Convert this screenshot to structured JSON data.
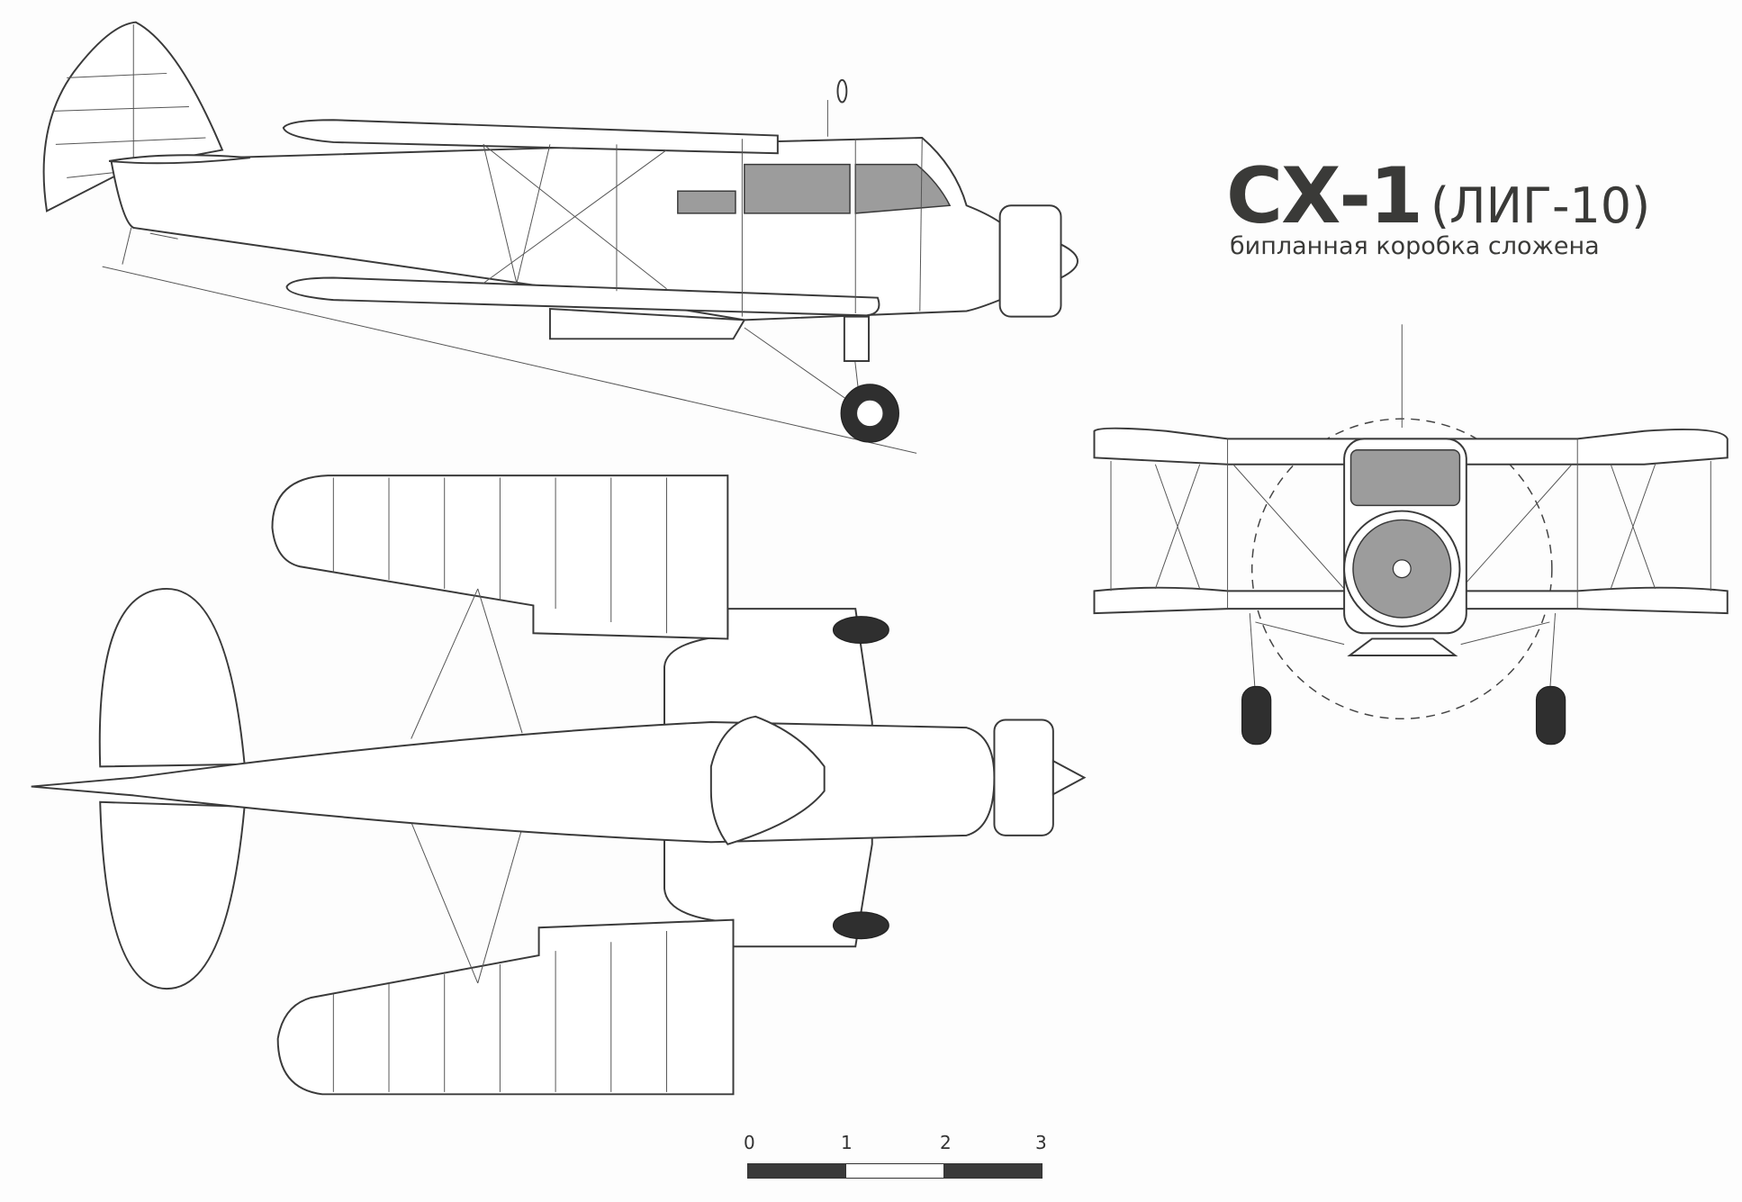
{
  "title": {
    "designation": "СХ-1",
    "alt_designation": "(ЛИГ-10)",
    "subtitle": "бипланная коробка сложена"
  },
  "scale": {
    "labels": [
      "0",
      "1",
      "2",
      "3"
    ],
    "colors": {
      "dark": "#3a3a3a",
      "light": "#ffffff"
    }
  },
  "views": [
    "side-view",
    "top-view",
    "front-view"
  ],
  "colors": {
    "line": "#3a3a3a",
    "glazing": "#9c9c9c",
    "tyre": "#2f2f2f"
  }
}
